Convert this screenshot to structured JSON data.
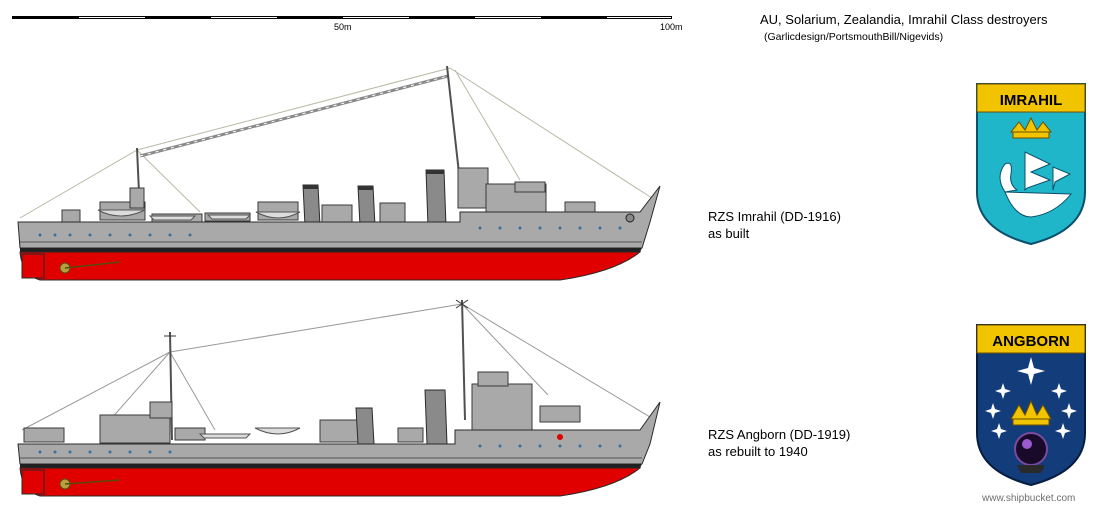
{
  "scale": {
    "label_mid": "50m",
    "label_end": "100m"
  },
  "header": {
    "title": "AU, Solarium, Zealandia, Imrahil Class destroyers",
    "credit": "(Garlicdesign/PortsmouthBill/Nigevids)"
  },
  "ships": [
    {
      "name": "RZS Imrahil (DD-1916)",
      "status": "as built",
      "crest_label": "IMRAHIL",
      "crest_color": "#1fb6c9"
    },
    {
      "name": "RZS Angborn (DD-1919)",
      "status": "as rebuilt to 1940",
      "crest_label": "ANGBORN",
      "crest_color": "#123c7a"
    }
  ],
  "colors": {
    "hull_grey": "#a9a9a9",
    "hull_red": "#e00000",
    "boot_black": "#202020",
    "crest_gold": "#f2c400"
  },
  "watermark": "www.shipbucket.com"
}
